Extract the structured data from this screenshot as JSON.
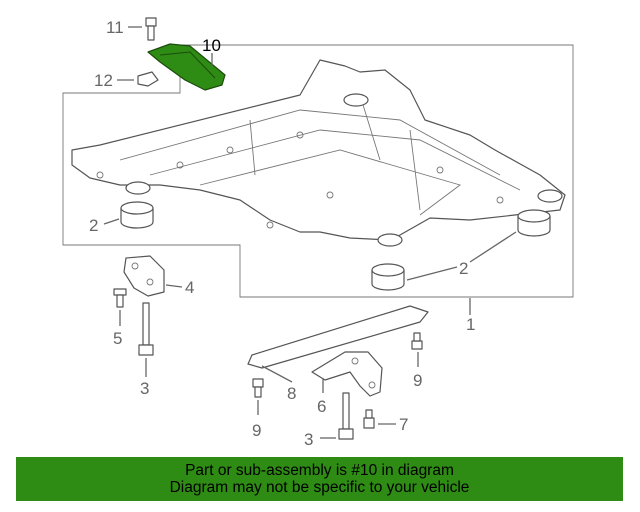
{
  "callouts": {
    "c1": "1",
    "c2a": "2",
    "c2b": "2",
    "c3a": "3",
    "c3b": "3",
    "c4": "4",
    "c5": "5",
    "c6": "6",
    "c7": "7",
    "c8": "8",
    "c9a": "9",
    "c9b": "9",
    "c10": "10",
    "c11": "11",
    "c12": "12"
  },
  "highlight_color": "#2e8b14",
  "highlighted_part": "10",
  "banner": {
    "line1": "Part or sub-assembly is #10 in diagram",
    "line2": "Diagram may not be specific to your vehicle"
  }
}
